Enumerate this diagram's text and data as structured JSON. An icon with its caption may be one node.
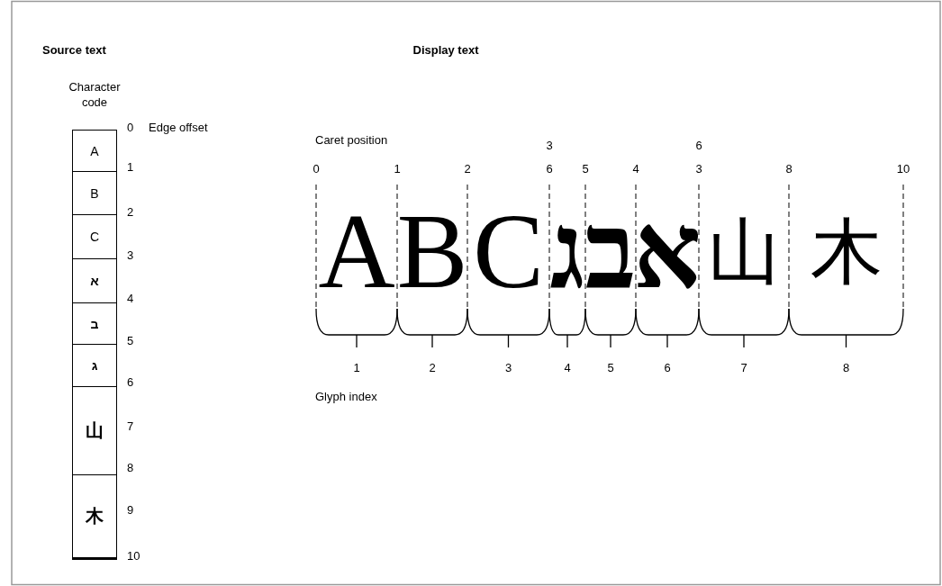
{
  "diagram": {
    "nodes": [
      {
        "text": [
          "A"
        ]
      },
      {
        "text": [
          "B"
        ]
      },
      {
        "text": [
          "C"
        ]
      },
      {
        "text": [
          "א"
        ]
      },
      {
        "text": [
          "ב"
        ]
      },
      {
        "text": [
          "ג"
        ]
      },
      {
        "text": [
          "山"
        ]
      },
      {
        "text": [
          "木"
        ]
      }
    ],
    "labels": [
      "Source text",
      "Display text",
      "Character code",
      "0",
      "Edge offset",
      "1",
      "2",
      "3",
      "4",
      "5",
      "6",
      "7",
      "8",
      "9",
      "10",
      "Caret position",
      "3",
      "6",
      "0",
      "1",
      "2",
      "6",
      "5",
      "4",
      "3",
      "8",
      "10",
      "A",
      "B",
      "C",
      "ג",
      "ב",
      "א",
      "山",
      "木",
      "1",
      "2",
      "3",
      "4",
      "5",
      "6",
      "7",
      "8",
      "Glyph index"
    ]
  }
}
